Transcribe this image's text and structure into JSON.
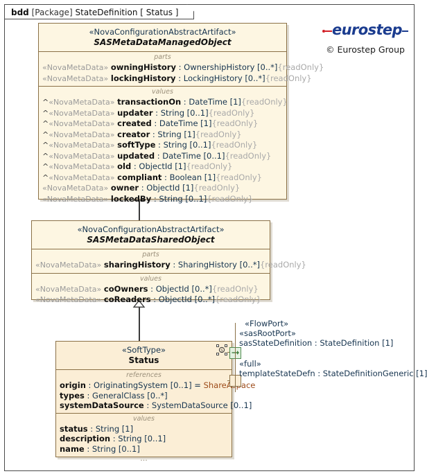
{
  "frame": {
    "kind": "bdd",
    "qualifier": "[Package]",
    "package": "StateDefinition",
    "scope": "[ Status ]"
  },
  "logo": {
    "wordmark": "eurostep",
    "copyright": "© Eurostep Group"
  },
  "classes": [
    {
      "id": "managed",
      "stereotype": "«NovaConfigurationAbstractArtifact»",
      "name": "SASMetaDataManagedObject",
      "abstract": true,
      "compartments": [
        {
          "label": "parts",
          "features": [
            {
              "inherited": "",
              "stereotype": "«NovaMetaData»",
              "prop": "owningHistory",
              "type": " : OwnershipHistory [0..*]",
              "readonly": "{readOnly}"
            },
            {
              "inherited": "",
              "stereotype": "«NovaMetaData»",
              "prop": "lockingHistory",
              "type": " : LockingHistory [0..*]",
              "readonly": "{readOnly}"
            }
          ]
        },
        {
          "label": "values",
          "features": [
            {
              "inherited": "^",
              "stereotype": "«NovaMetaData»",
              "prop": "transactionOn",
              "type": " : DateTime [1]",
              "readonly": "{readOnly}"
            },
            {
              "inherited": "^",
              "stereotype": "«NovaMetaData»",
              "prop": "updater",
              "type": " : String [0..1]",
              "readonly": "{readOnly}"
            },
            {
              "inherited": "^",
              "stereotype": "«NovaMetaData»",
              "prop": "created",
              "type": " : DateTime [1]",
              "readonly": "{readOnly}"
            },
            {
              "inherited": "^",
              "stereotype": "«NovaMetaData»",
              "prop": "creator",
              "type": " : String [1]",
              "readonly": "{readOnly}"
            },
            {
              "inherited": "^",
              "stereotype": "«NovaMetaData»",
              "prop": "softType",
              "type": " : String [0..1]",
              "readonly": "{readOnly}"
            },
            {
              "inherited": "^",
              "stereotype": "«NovaMetaData»",
              "prop": "updated",
              "type": " : DateTime [0..1]",
              "readonly": "{readOnly}"
            },
            {
              "inherited": "^",
              "stereotype": "«NovaMetaData»",
              "prop": "old",
              "type": " : ObjectId [1]",
              "readonly": "{readOnly}"
            },
            {
              "inherited": "^",
              "stereotype": "«NovaMetaData»",
              "prop": "compliant",
              "type": " : Boolean [1]",
              "readonly": "{readOnly}"
            },
            {
              "inherited": "",
              "stereotype": "«NovaMetaData»",
              "prop": "owner",
              "type": " : ObjectId [1]",
              "readonly": "{readOnly}"
            },
            {
              "inherited": "",
              "stereotype": "«NovaMetaData»",
              "prop": "lockedBy",
              "type": " : String [0..1]",
              "readonly": "{readOnly}"
            }
          ]
        }
      ]
    },
    {
      "id": "shared",
      "stereotype": "«NovaConfigurationAbstractArtifact»",
      "name": "SASMetaDataSharedObject",
      "abstract": true,
      "compartments": [
        {
          "label": "parts",
          "features": [
            {
              "inherited": "",
              "stereotype": "«NovaMetaData»",
              "prop": "sharingHistory",
              "type": " : SharingHistory [0..*]",
              "readonly": "{readOnly}"
            }
          ]
        },
        {
          "label": "values",
          "features": [
            {
              "inherited": "",
              "stereotype": "«NovaMetaData»",
              "prop": "coOwners",
              "type": " : ObjectId [0..*]",
              "readonly": "{readOnly}"
            },
            {
              "inherited": "",
              "stereotype": "«NovaMetaData»",
              "prop": "coReaders",
              "type": " : ObjectId [0..*]",
              "readonly": "{readOnly}"
            }
          ]
        }
      ]
    },
    {
      "id": "status",
      "stereotype": "«SoftType»",
      "name": "Status",
      "abstract": false,
      "compartments": [
        {
          "label": "references",
          "features": [
            {
              "inherited": "",
              "stereotype": "",
              "prop": "origin",
              "type": " : OriginatingSystem [0..1] = ",
              "readonly": "",
              "default": "ShareAspace"
            },
            {
              "inherited": "",
              "stereotype": "",
              "prop": "types",
              "type": " : GeneralClass [0..*]",
              "readonly": ""
            },
            {
              "inherited": "",
              "stereotype": "",
              "prop": "systemDataSource",
              "type": " : SystemDataSource [0..1]",
              "readonly": ""
            }
          ]
        },
        {
          "label": "values",
          "features": [
            {
              "inherited": "",
              "stereotype": "",
              "prop": "status",
              "type": " : String [1]",
              "readonly": ""
            },
            {
              "inherited": "",
              "stereotype": "",
              "prop": "description",
              "type": " : String [0..1]",
              "readonly": ""
            },
            {
              "inherited": "",
              "stereotype": "",
              "prop": "name",
              "type": " : String [0..1]",
              "readonly": ""
            }
          ],
          "ellipsis": "..."
        }
      ]
    }
  ],
  "ports": [
    {
      "id": "flow-port",
      "icon": "flow-port-icon",
      "stereotype1": "«FlowPort»",
      "stereotype2": "«sasRootPort»",
      "name": "sasStateDefinition : StateDefinition [1]"
    },
    {
      "id": "full-port",
      "icon": "full-port-icon",
      "stereotype1": "«full»",
      "stereotype2": "",
      "name": "templateStateDefn : StateDefinitionGeneric [1]"
    }
  ],
  "colors": {
    "class_fill": "#FDF6E2",
    "class_fill_status": "#FBEED6",
    "class_border": "#8A7046",
    "text_type": "#16344F",
    "text_readonly": "#A9A9A9",
    "default_value": "#9C4A18",
    "flow_port": "#4F8C50",
    "logo_blue": "#1B3C8F",
    "logo_red": "#D21F26"
  }
}
